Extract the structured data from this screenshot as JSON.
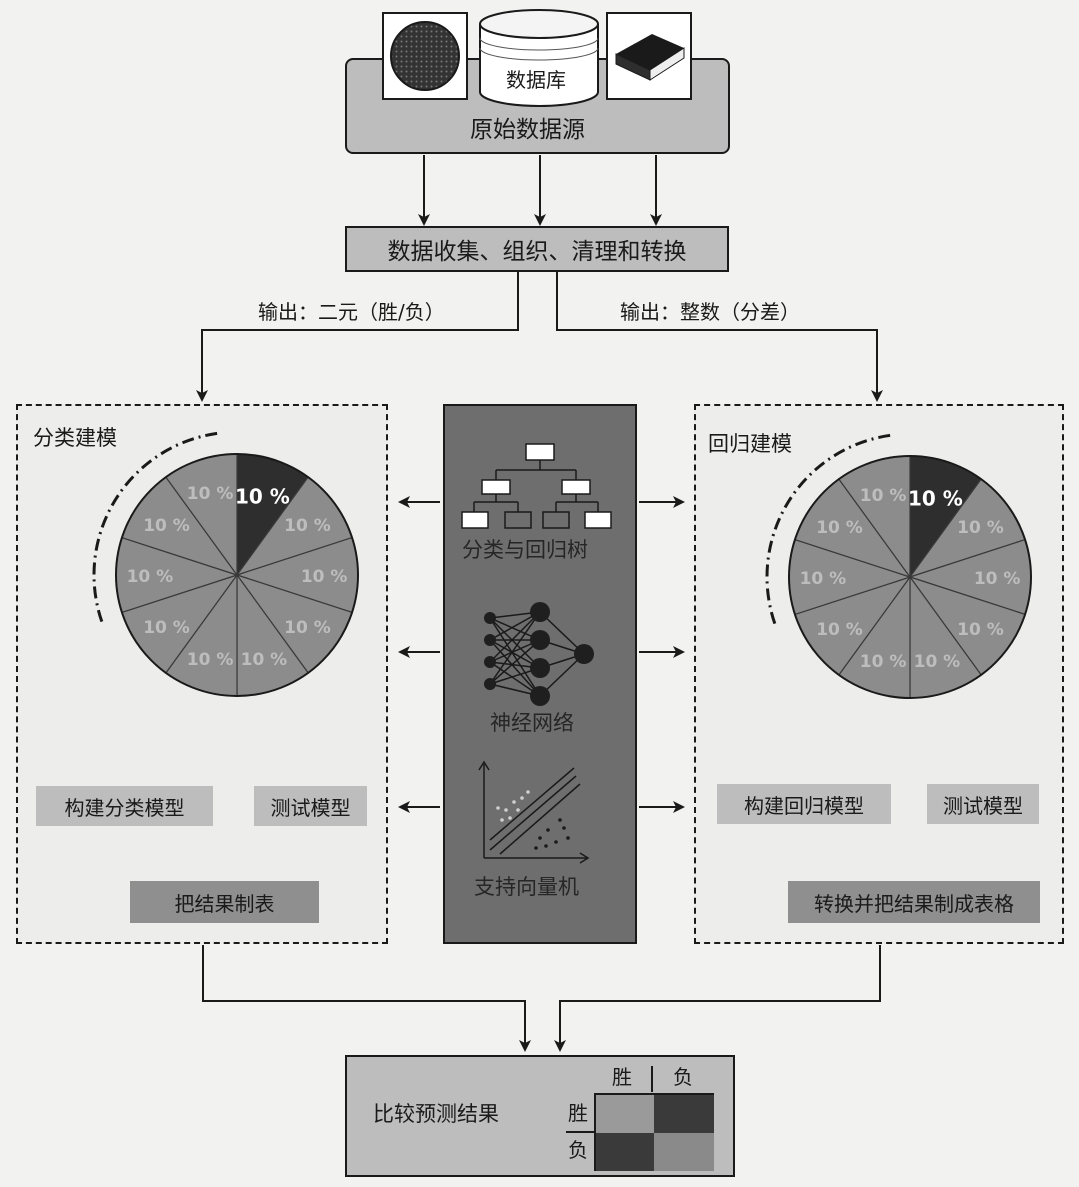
{
  "source": {
    "db_label": "数据库",
    "title": "原始数据源"
  },
  "process": {
    "collect_label": "数据收集、组织、清理和转换"
  },
  "edges": {
    "left_output": "输出：二元（胜/负）",
    "right_output": "输出：整数（分差）"
  },
  "classification": {
    "title": "分类建模",
    "build_label": "构建分类模型",
    "test_label": "测试模型",
    "result_label": "把结果制表",
    "pie_slices": [
      "10 %",
      "10 %",
      "10 %",
      "10 %",
      "10 %",
      "10 %",
      "10 %",
      "10 %",
      "10 %",
      "10 %"
    ]
  },
  "regression": {
    "title": "回归建模",
    "build_label": "构建回归模型",
    "test_label": "测试模型",
    "result_label": "转换并把结果制成表格",
    "pie_slices": [
      "10 %",
      "10 %",
      "10 %",
      "10 %",
      "10 %",
      "10 %",
      "10 %",
      "10 %",
      "10 %",
      "10 %"
    ]
  },
  "methods": {
    "tree_label": "分类与回归树",
    "nn_label": "神经网络",
    "svm_label": "支持向量机"
  },
  "compare": {
    "title": "比较预测结果",
    "col_win": "胜",
    "col_loss": "负",
    "row_win": "胜",
    "row_loss": "负"
  },
  "colors": {
    "box_fill": "#bdbdbd",
    "dark_panel": "#6e6e6e",
    "pie_fill": "#8c8c8c",
    "pie_highlight": "#2e2e2e",
    "line": "#1a1a1a"
  },
  "icons": [
    "globe-icon",
    "database-icon",
    "book-icon",
    "tree-icon",
    "neural-network-icon",
    "svm-plot-icon"
  ]
}
